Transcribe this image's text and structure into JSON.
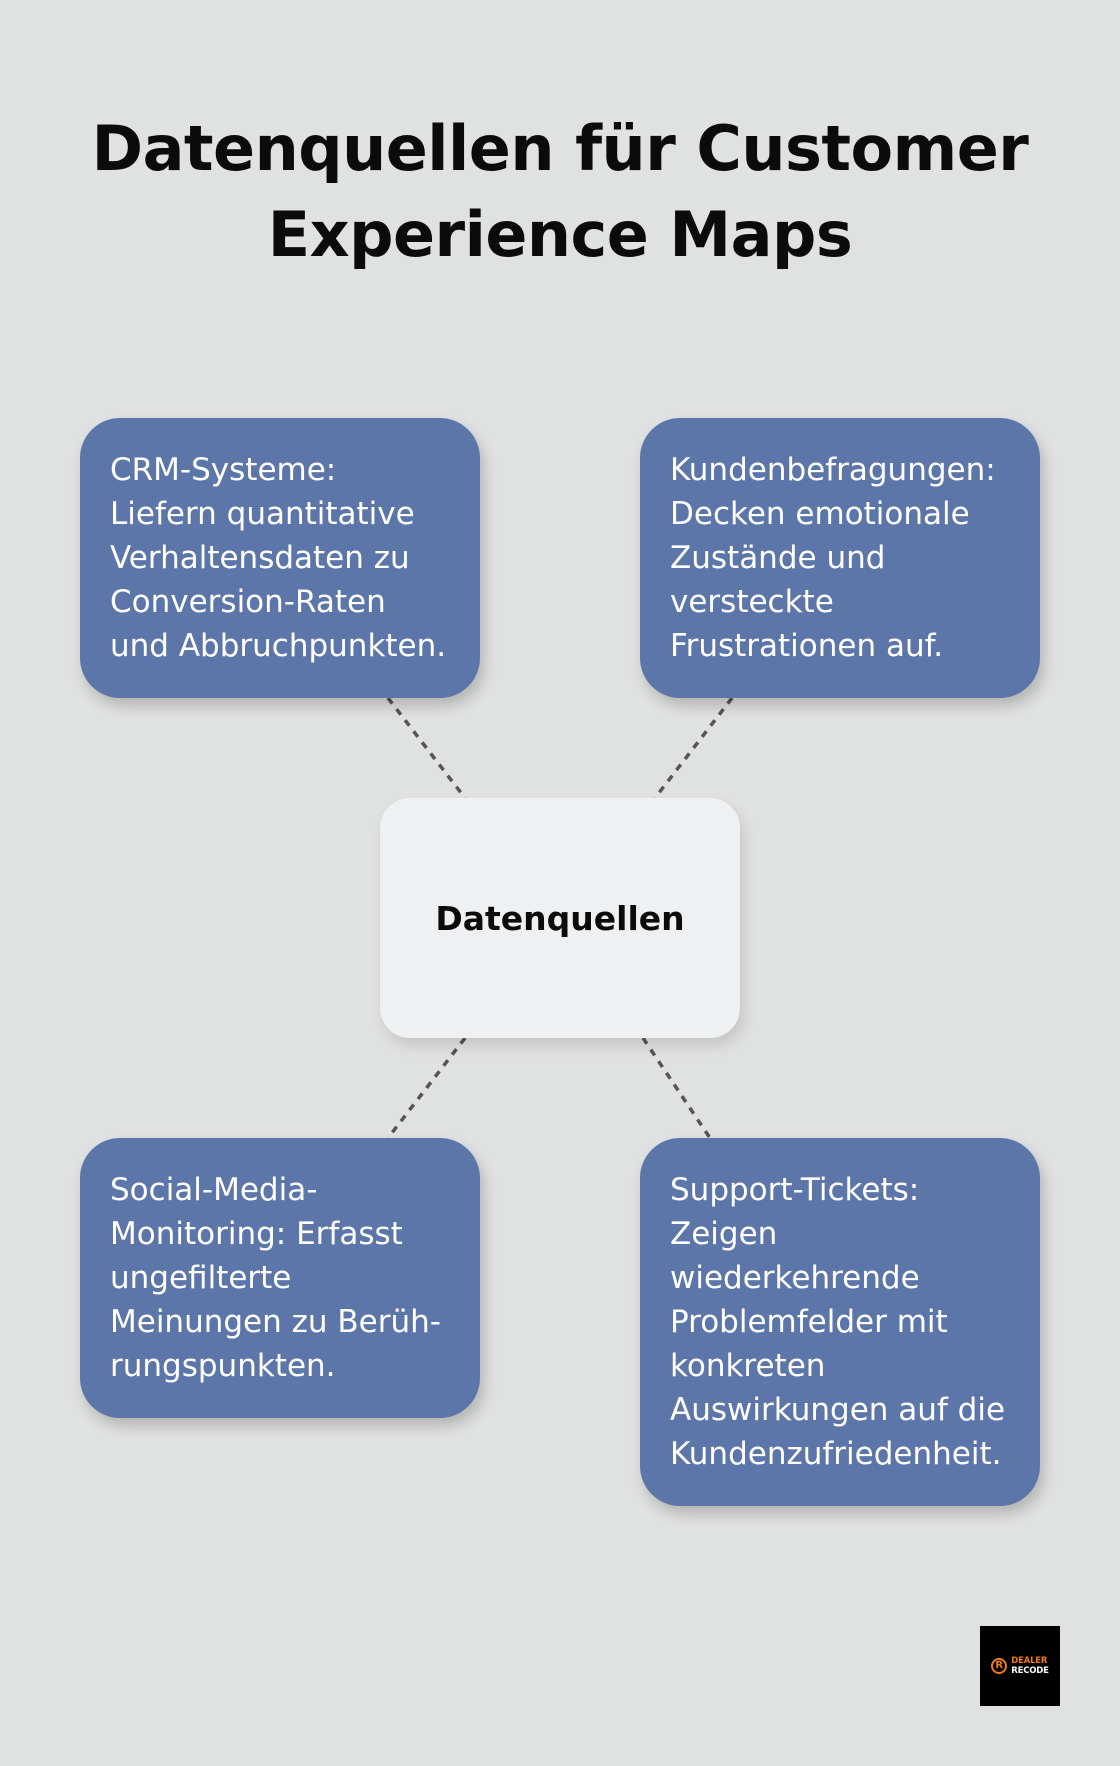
{
  "title": "Datenquellen für Customer Experience Maps",
  "hub": {
    "label": "Datenquellen"
  },
  "nodes": [
    {
      "text": "CRM-Systeme: Liefern quantitative Verhaltensdaten zu Conversion-Raten und Abbruchpunkten."
    },
    {
      "text": "Kundenbefragungen: Decken emotionale Zustände und versteckte Frustrationen auf."
    },
    {
      "text": "Social-Media-Monitoring: Erfasst ungefilterte Meinungen zu Berüh­rungspunkten."
    },
    {
      "text": "Support-Tickets: Zeigen wiederkehrende Problemfelder mit konkreten Auswirkungen auf die Kundenzufriedenheit."
    }
  ],
  "logo": {
    "mark": "R",
    "line1": "DEALER",
    "line2": "RECODE"
  },
  "colors": {
    "background": "#e0e1e1",
    "node_fill": "#5d76a9",
    "hub_fill": "#eff0f2",
    "connector": "#555555",
    "logo_accent": "#f07a1a"
  }
}
